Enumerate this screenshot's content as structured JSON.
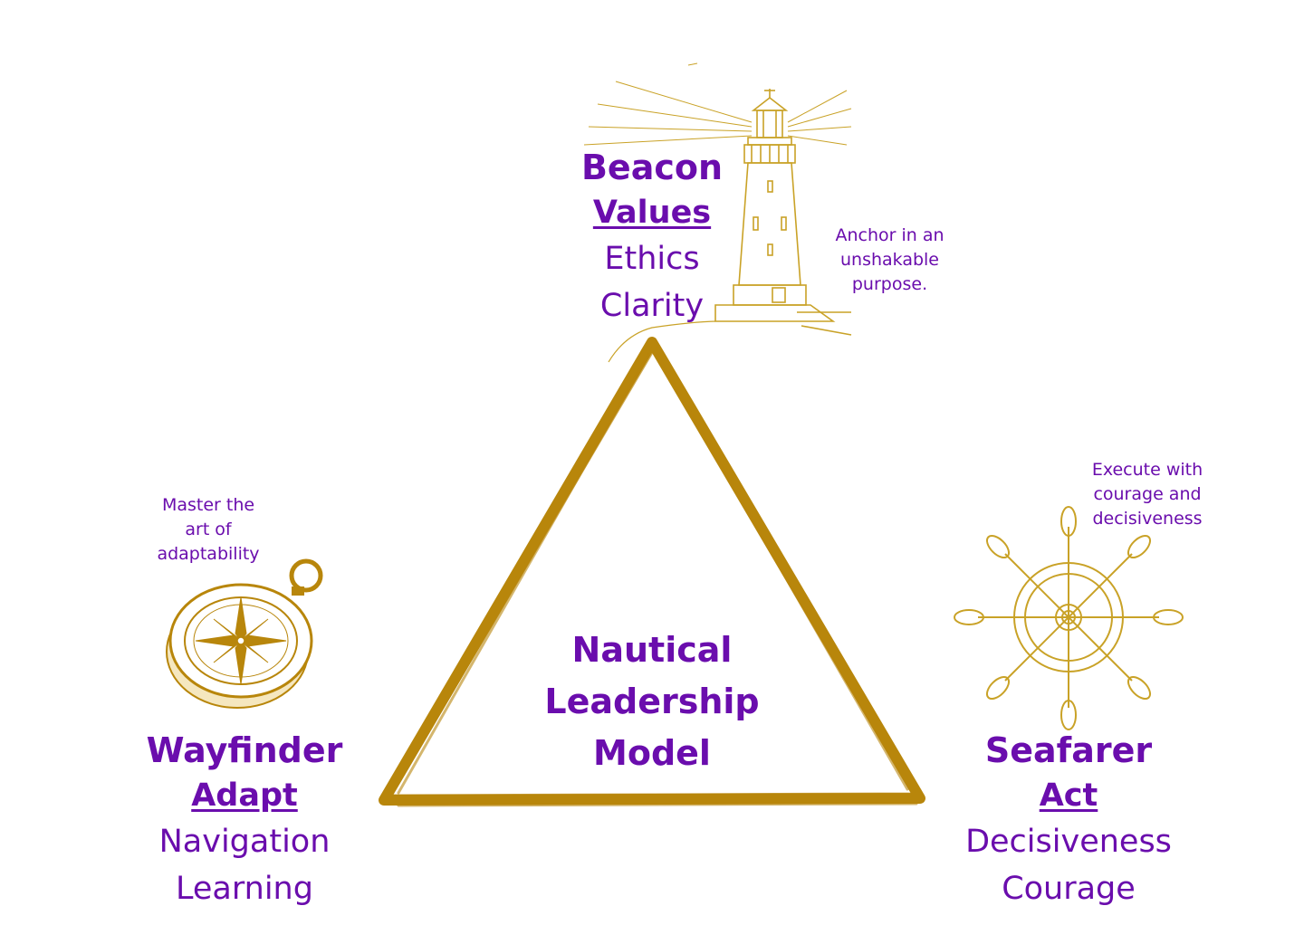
{
  "colors": {
    "gold": "#b8860b",
    "purple": "#6a0dad"
  },
  "center": {
    "lines": [
      "Nautical",
      "Leadership",
      "Model"
    ]
  },
  "beacon": {
    "title": "Beacon",
    "subtitle": "Values",
    "items": [
      "Ethics",
      "Clarity"
    ],
    "tagline": [
      "Anchor in an",
      "unshakable",
      "purpose."
    ],
    "icon": "lighthouse-icon"
  },
  "wayfinder": {
    "title": "Wayfinder",
    "subtitle": "Adapt",
    "items": [
      "Navigation",
      "Learning"
    ],
    "tagline": [
      "Master the",
      "art of",
      "adaptability"
    ],
    "icon": "compass-icon"
  },
  "seafarer": {
    "title": "Seafarer",
    "subtitle": "Act",
    "items": [
      "Decisiveness",
      "Courage"
    ],
    "tagline": [
      "Execute with",
      "courage and",
      "decisiveness"
    ],
    "icon": "ship-wheel-icon"
  }
}
